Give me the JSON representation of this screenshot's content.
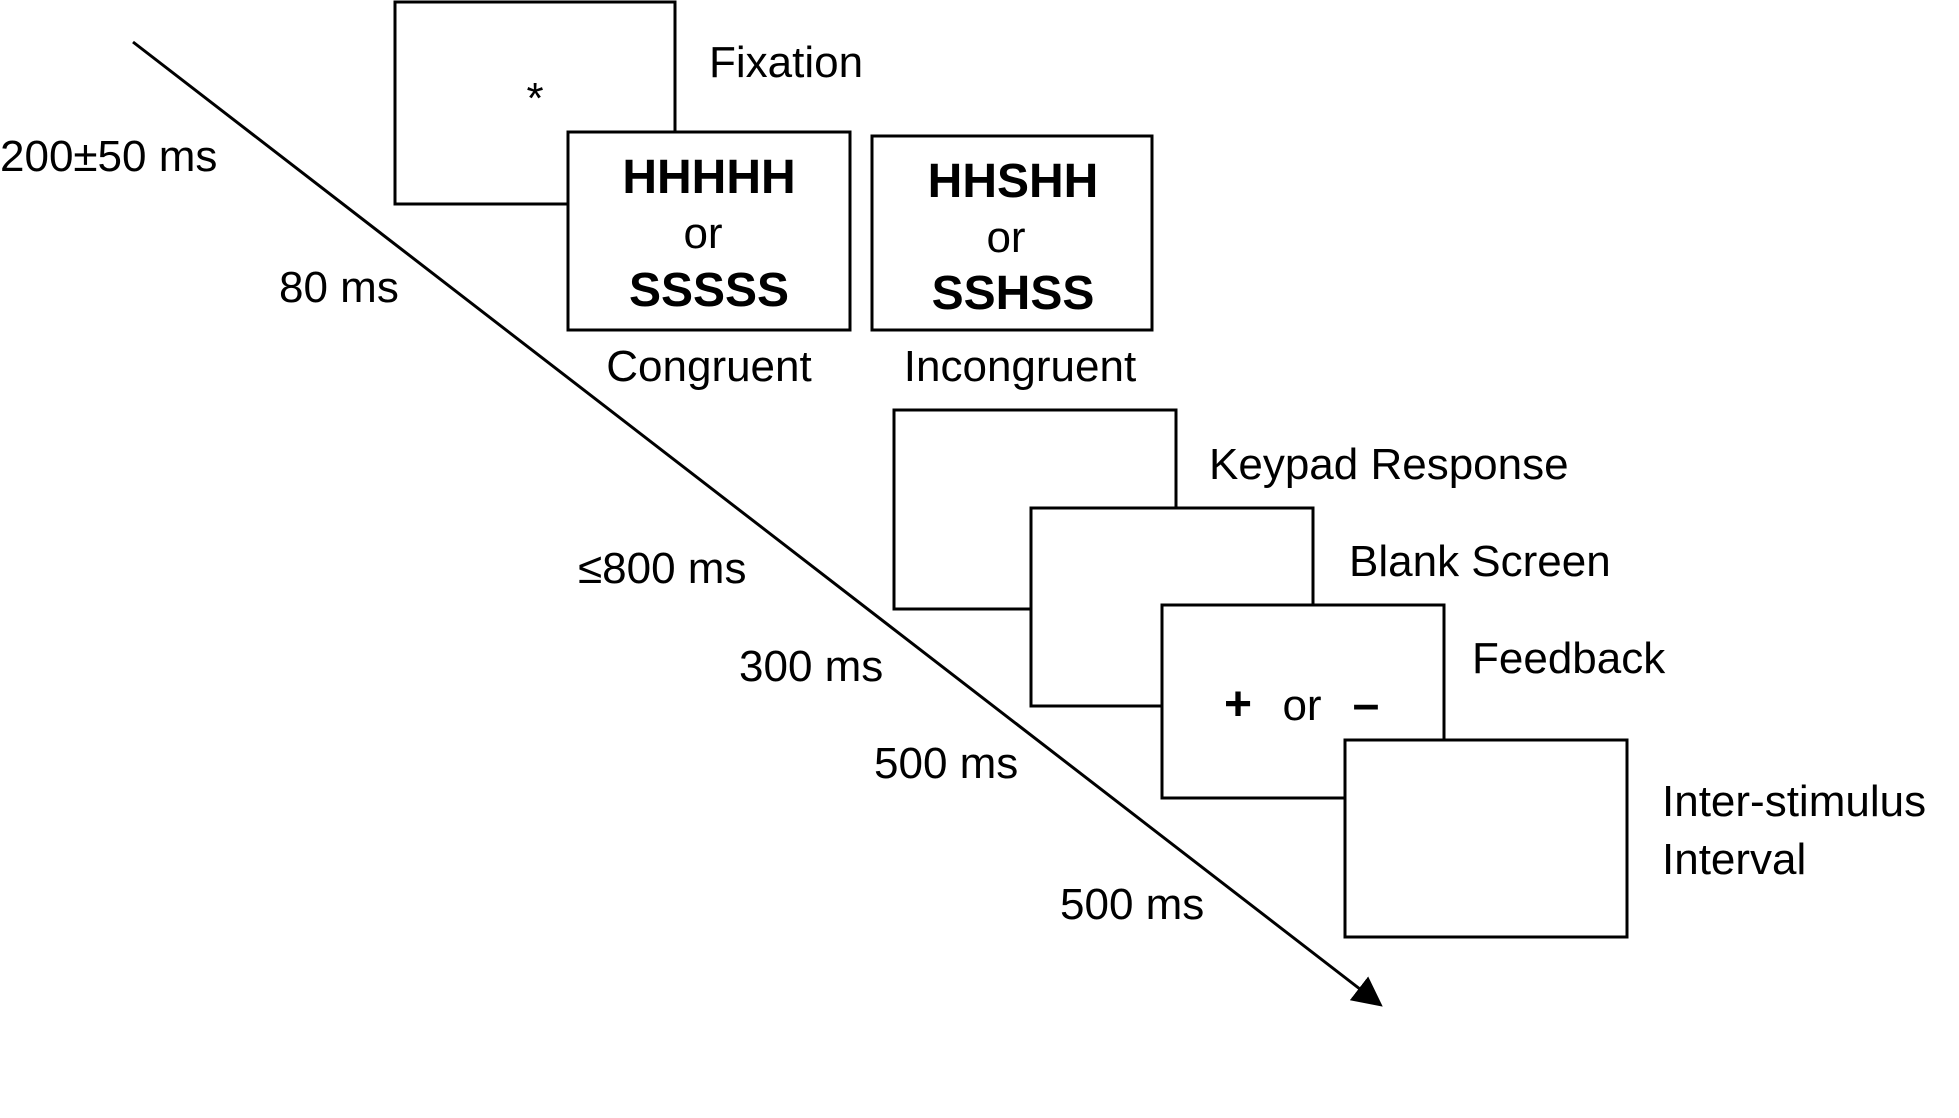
{
  "timeline": {
    "durations": [
      "200±50 ms",
      "80 ms",
      "≤800 ms",
      "300 ms",
      "500 ms",
      "500 ms"
    ]
  },
  "screens": {
    "fixation": {
      "label": "Fixation",
      "symbol": "*"
    },
    "congruent": {
      "label": "Congruent",
      "line1": "HHHHH",
      "or": "or",
      "line2": "SSSSS"
    },
    "incongruent": {
      "label": "Incongruent",
      "line1": "HHSHH",
      "or": "or",
      "line2": "SSHSS"
    },
    "keypad": {
      "label": "Keypad Response"
    },
    "blank": {
      "label": "Blank Screen"
    },
    "feedback": {
      "label": "Feedback",
      "plus": "+",
      "or": "or",
      "minus": "–"
    },
    "isi": {
      "label_line1": "Inter-stimulus",
      "label_line2": "Interval"
    }
  }
}
